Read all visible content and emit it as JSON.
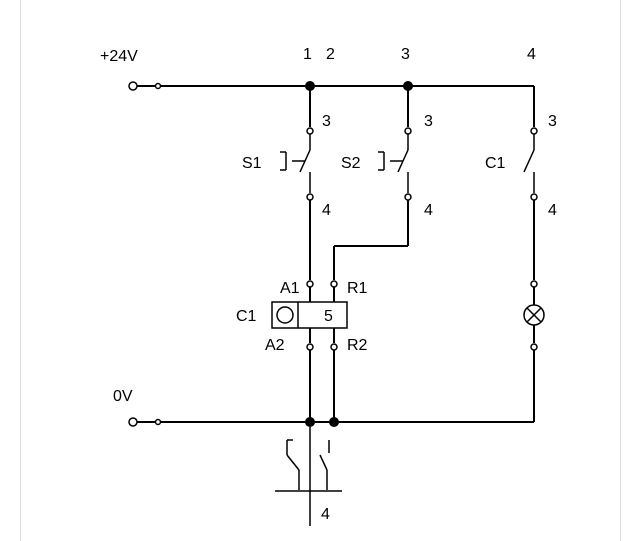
{
  "labels": {
    "supply_positive": "+24V",
    "supply_zero": "0V",
    "col_1": "1",
    "col_2": "2",
    "col_3": "3",
    "col_4": "4",
    "s1_top_terminal": "3",
    "s2_top_terminal": "3",
    "c1_contact_top_terminal": "3",
    "s1_name": "S1",
    "s2_name": "S2",
    "c1_contact_name": "C1",
    "s1_bottom_terminal": "4",
    "s2_bottom_terminal": "4",
    "c1_contact_bottom_terminal": "4",
    "coil_a1": "A1",
    "coil_r1": "R1",
    "coil_name": "C1",
    "coil_number": "5",
    "coil_a2": "A2",
    "coil_r2": "R2",
    "bottom_ref": "4"
  },
  "colors": {
    "line": "#000000",
    "background": "#ffffff",
    "frame": "#dcdcdc"
  },
  "icons": [
    "pushbutton-switch-icon",
    "contact-switch-icon",
    "relay-coil-icon",
    "lamp-icon",
    "terminal-icon",
    "junction-node-icon"
  ]
}
